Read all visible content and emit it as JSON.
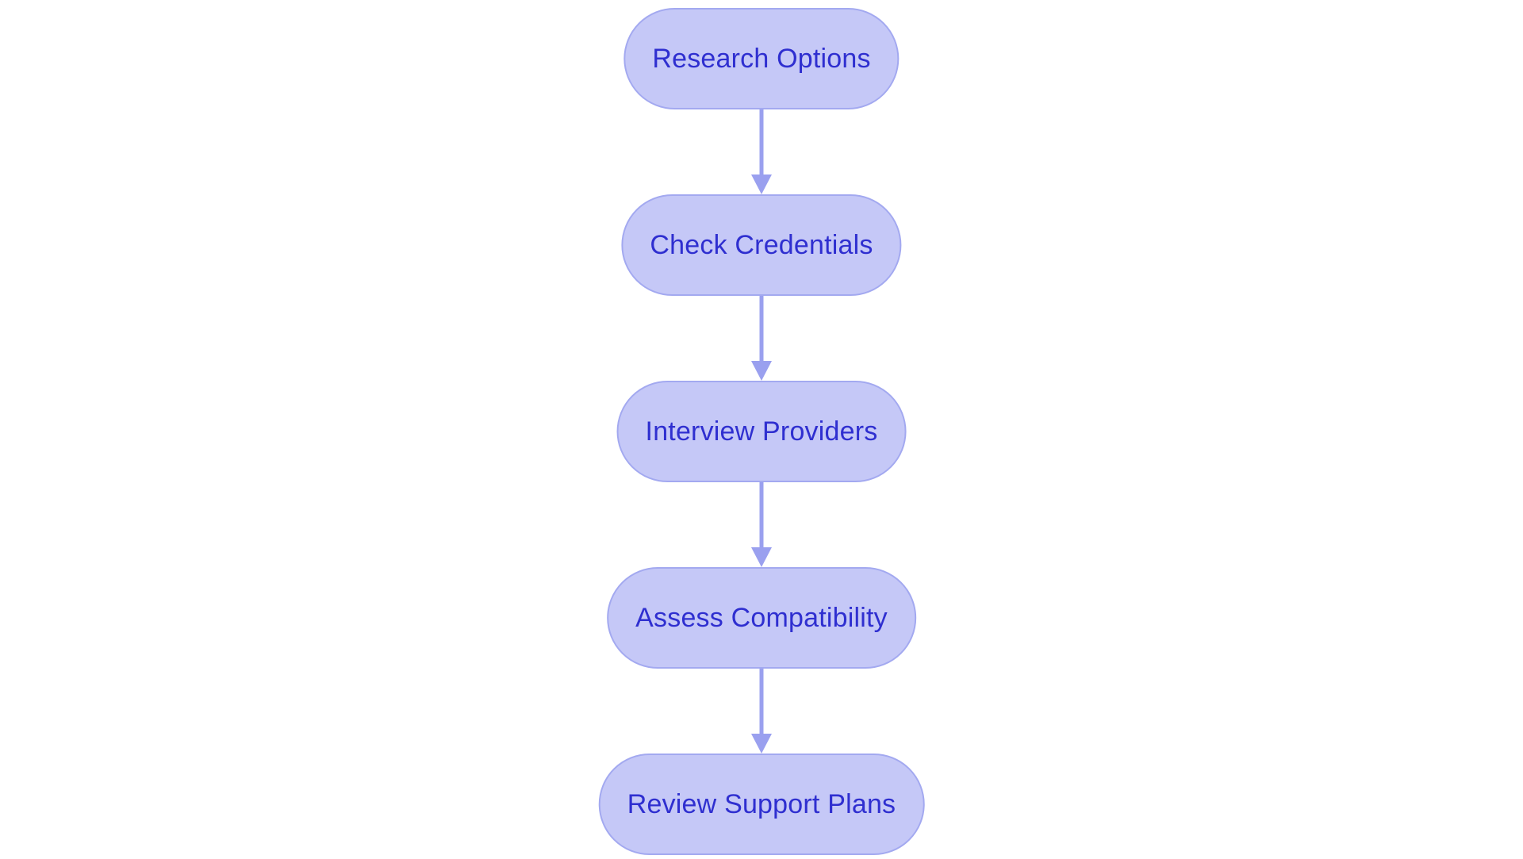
{
  "diagram": {
    "type": "flowchart",
    "orientation": "vertical",
    "background_color": "#ffffff",
    "node_fill_color": "#c5c8f7",
    "node_border_color": "#a3a9f0",
    "node_text_color": "#2f2fd0",
    "connector_color": "#9aa0ef",
    "nodes": [
      {
        "id": "research-options",
        "label": "Research Options"
      },
      {
        "id": "check-credentials",
        "label": "Check Credentials"
      },
      {
        "id": "interview-providers",
        "label": "Interview Providers"
      },
      {
        "id": "assess-compatibility",
        "label": "Assess Compatibility"
      },
      {
        "id": "review-support-plans",
        "label": "Review Support Plans"
      }
    ],
    "edges": [
      {
        "from": "research-options",
        "to": "check-credentials",
        "label": ""
      },
      {
        "from": "check-credentials",
        "to": "interview-providers",
        "label": ""
      },
      {
        "from": "interview-providers",
        "to": "assess-compatibility",
        "label": ""
      },
      {
        "from": "assess-compatibility",
        "to": "review-support-plans",
        "label": ""
      }
    ]
  }
}
